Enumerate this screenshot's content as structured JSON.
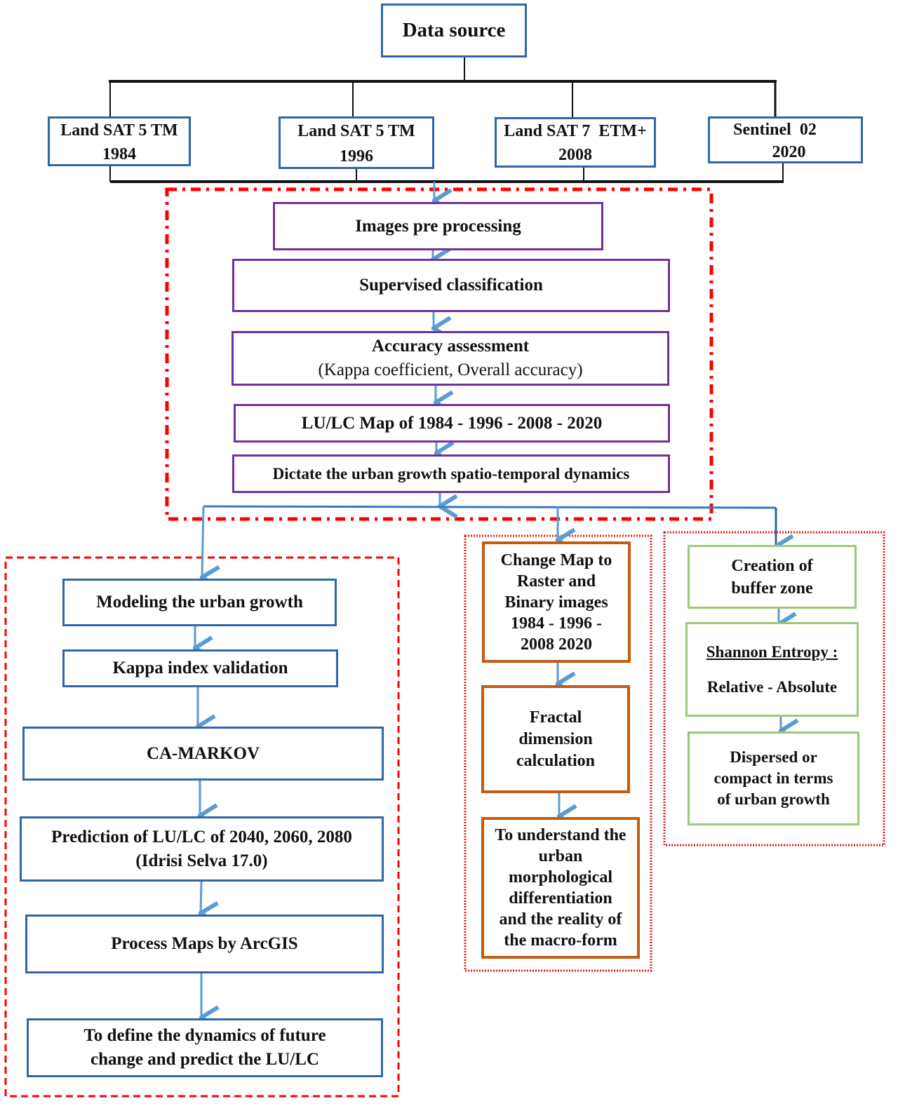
{
  "title": "Data source",
  "sources": [
    {
      "line1": "Land SAT 5 TM",
      "line2": "1984"
    },
    {
      "line1": "Land SAT 5 TM",
      "line2": "1996"
    },
    {
      "line1": "Land SAT 7  ETM+",
      "line2": "2008"
    },
    {
      "line1": "Sentinel  02",
      "line2": "2020"
    }
  ],
  "processing": {
    "steps": [
      {
        "label": "Images pre processing"
      },
      {
        "label": "Supervised classification"
      },
      {
        "label": "Accuracy assessment",
        "sub": "(Kappa coefficient, Overall accuracy)"
      },
      {
        "label": "LU/LC Map of 1984 - 1996 - 2008 - 2020"
      },
      {
        "label": "Dictate the urban growth spatio-temporal dynamics"
      }
    ]
  },
  "modeling": {
    "steps": [
      {
        "label": "Modeling the urban growth"
      },
      {
        "label": "Kappa index validation"
      },
      {
        "label": "CA-MARKOV"
      },
      {
        "label": "Prediction of LU/LC of 2040, 2060, 2080",
        "sub": "(Idrisi Selva 17.0)"
      },
      {
        "label": "Process Maps by ArcGIS"
      },
      {
        "label": "To define the dynamics of future",
        "sub": "change and predict the LU/LC"
      }
    ]
  },
  "fractal": {
    "steps": [
      {
        "lines": [
          "Change Map to",
          "Raster and",
          "Binary images",
          "1984 - 1996 -",
          "2008 2020"
        ]
      },
      {
        "lines": [
          "Fractal",
          "dimension",
          "calculation"
        ]
      },
      {
        "lines": [
          "To understand the",
          "urban",
          "morphological",
          "differentiation",
          "and the reality of",
          "the macro-form"
        ]
      }
    ]
  },
  "entropy": {
    "steps": [
      {
        "lines": [
          "Creation of",
          "buffer zone"
        ]
      },
      {
        "heading": "Shannon Entropy :",
        "lines": [
          "Relative - Absolute"
        ]
      },
      {
        "lines": [
          "Dispersed or",
          "compact in terms",
          "of urban growth"
        ]
      }
    ]
  },
  "colors": {
    "source_border": "#2e67a6",
    "processing_border": "#7030a0",
    "fractal_border": "#c55a11",
    "entropy_border": "#9bc97a",
    "arrow": "#5b9bd5",
    "region": "#ff0000"
  }
}
